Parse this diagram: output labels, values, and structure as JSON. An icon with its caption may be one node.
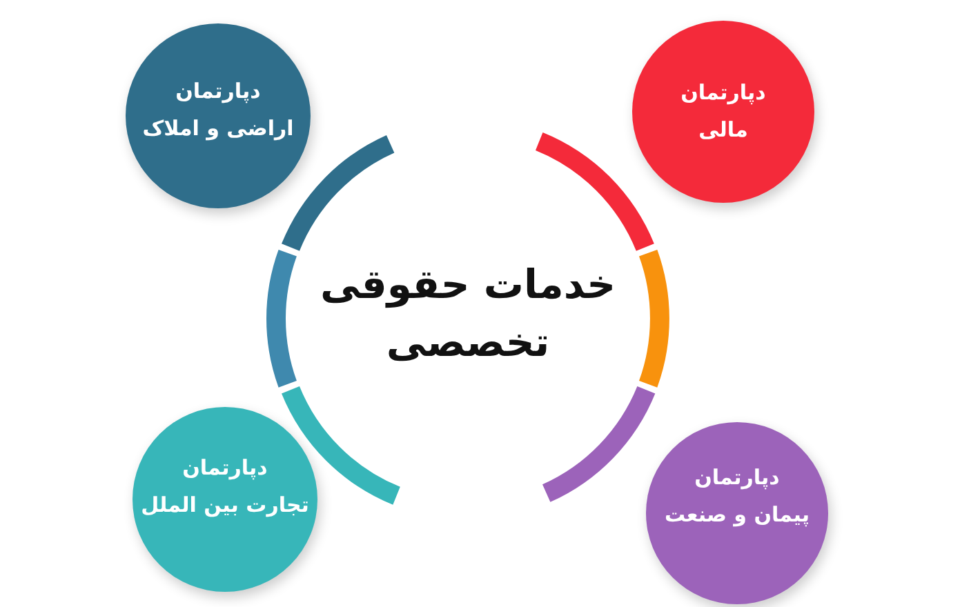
{
  "diagram": {
    "nodes": [
      {
        "text": [
          "خدمات حقوقی تخصصی"
        ]
      },
      {
        "text": [
          "دپارتمان مالی"
        ]
      },
      {
        "text": [
          "دپارتمان اراضی و املاک"
        ]
      },
      {
        "text": [
          "دپارتمان پیمان و صنعت"
        ]
      },
      {
        "text": [
          "دپارتمان تجارت بین الملل"
        ]
      },
      {
        "text": [],
        "shape": "arc"
      },
      {
        "text": [],
        "shape": "arc"
      },
      {
        "text": [],
        "shape": "arc"
      },
      {
        "text": [],
        "shape": "arc"
      },
      {
        "text": [],
        "shape": "arc"
      },
      {
        "text": [],
        "shape": "arc"
      }
    ]
  }
}
